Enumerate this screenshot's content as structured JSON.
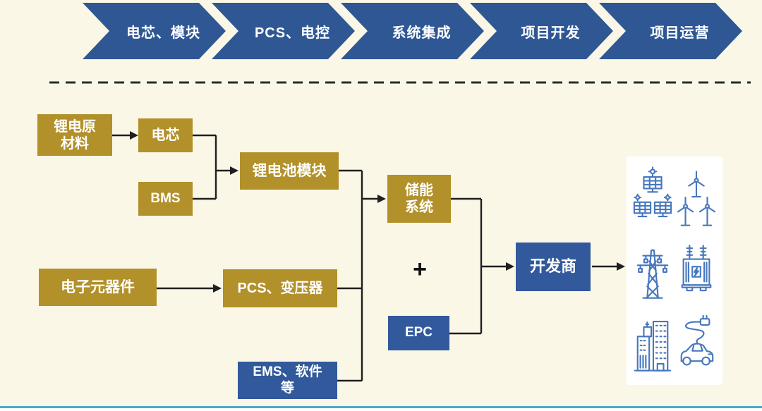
{
  "colors": {
    "background": "#FBF7E7",
    "chevron_blue": "#2E5794",
    "box_blue": "#31599B",
    "box_gold": "#B2902A",
    "icon_blue": "#4777BE",
    "connector_black": "#1F1F1F",
    "bottom_line_teal": "#4BACC6",
    "text_white": "#FFFFFF"
  },
  "process_chain": {
    "steps": [
      {
        "label": "电芯、模块"
      },
      {
        "label": "PCS、电控"
      },
      {
        "label": "系统集成"
      },
      {
        "label": "项目开发"
      },
      {
        "label": "项目运营"
      }
    ]
  },
  "flowchart": {
    "nodes": {
      "raw_materials": {
        "label": "锂电原\n材料"
      },
      "cell": {
        "label": "电芯"
      },
      "bms": {
        "label": "BMS"
      },
      "battery_module": {
        "label": "锂电池模块"
      },
      "electronic_components": {
        "label": "电子元器件"
      },
      "pcs_transformer": {
        "label": "PCS、变压器"
      },
      "ems_software": {
        "label": "EMS、软件\n等"
      },
      "storage_system": {
        "label": "储能\n系统"
      },
      "plus_sign": {
        "label": "+"
      },
      "epc": {
        "label": "EPC"
      },
      "developer": {
        "label": "开发商"
      }
    },
    "application_icons": [
      {
        "name": "solar-panels"
      },
      {
        "name": "wind-turbines"
      },
      {
        "name": "transmission-tower"
      },
      {
        "name": "transformer"
      },
      {
        "name": "city-buildings"
      },
      {
        "name": "ev-charging"
      }
    ]
  }
}
